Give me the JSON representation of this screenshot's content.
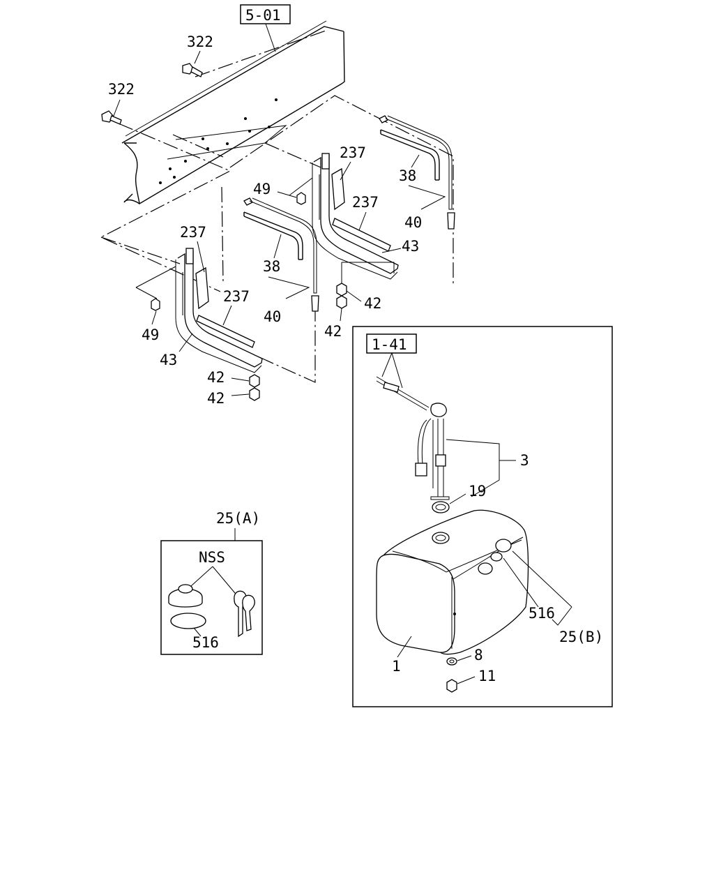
{
  "labels": {
    "ref_frame": "5-01",
    "bolt_a": "322",
    "bolt_b": "322",
    "right_bracket_pad_top": "237",
    "right_strap": "38",
    "right_strap_group": "40",
    "right_bracket_pad_bottom": "237",
    "right_bracket": "43",
    "right_nut_49": "49",
    "right_nut_42_a": "42",
    "right_nut_42_b": "42",
    "left_bracket_pad_top": "237",
    "left_strap": "38",
    "left_strap_group": "40",
    "left_bracket_pad_bottom": "237",
    "left_nut_49": "49",
    "left_bracket": "43",
    "left_nut_42_a": "42",
    "left_nut_42_b": "42",
    "ref_gauge": "1-41",
    "gauge_unit": "3",
    "gauge_gasket": "19",
    "tank": "1",
    "tank_washer": "8",
    "tank_drain_plug": "11",
    "tank_cap_gasket": "516",
    "tank_cap_set": "25(B)",
    "inset_title": "25(A)",
    "inset_nss": "NSS",
    "inset_gasket": "516"
  },
  "icons": {
    "frame_rail": "frame-rail-icon",
    "bolt": "bolt-icon",
    "nut": "nut-icon",
    "bracket": "bracket-icon",
    "strap": "strap-icon",
    "fuel_tank": "fuel-tank-icon",
    "gauge": "fuel-gauge-unit-icon",
    "cap": "fuel-cap-icon",
    "key": "key-icon",
    "gasket": "gasket-icon"
  }
}
